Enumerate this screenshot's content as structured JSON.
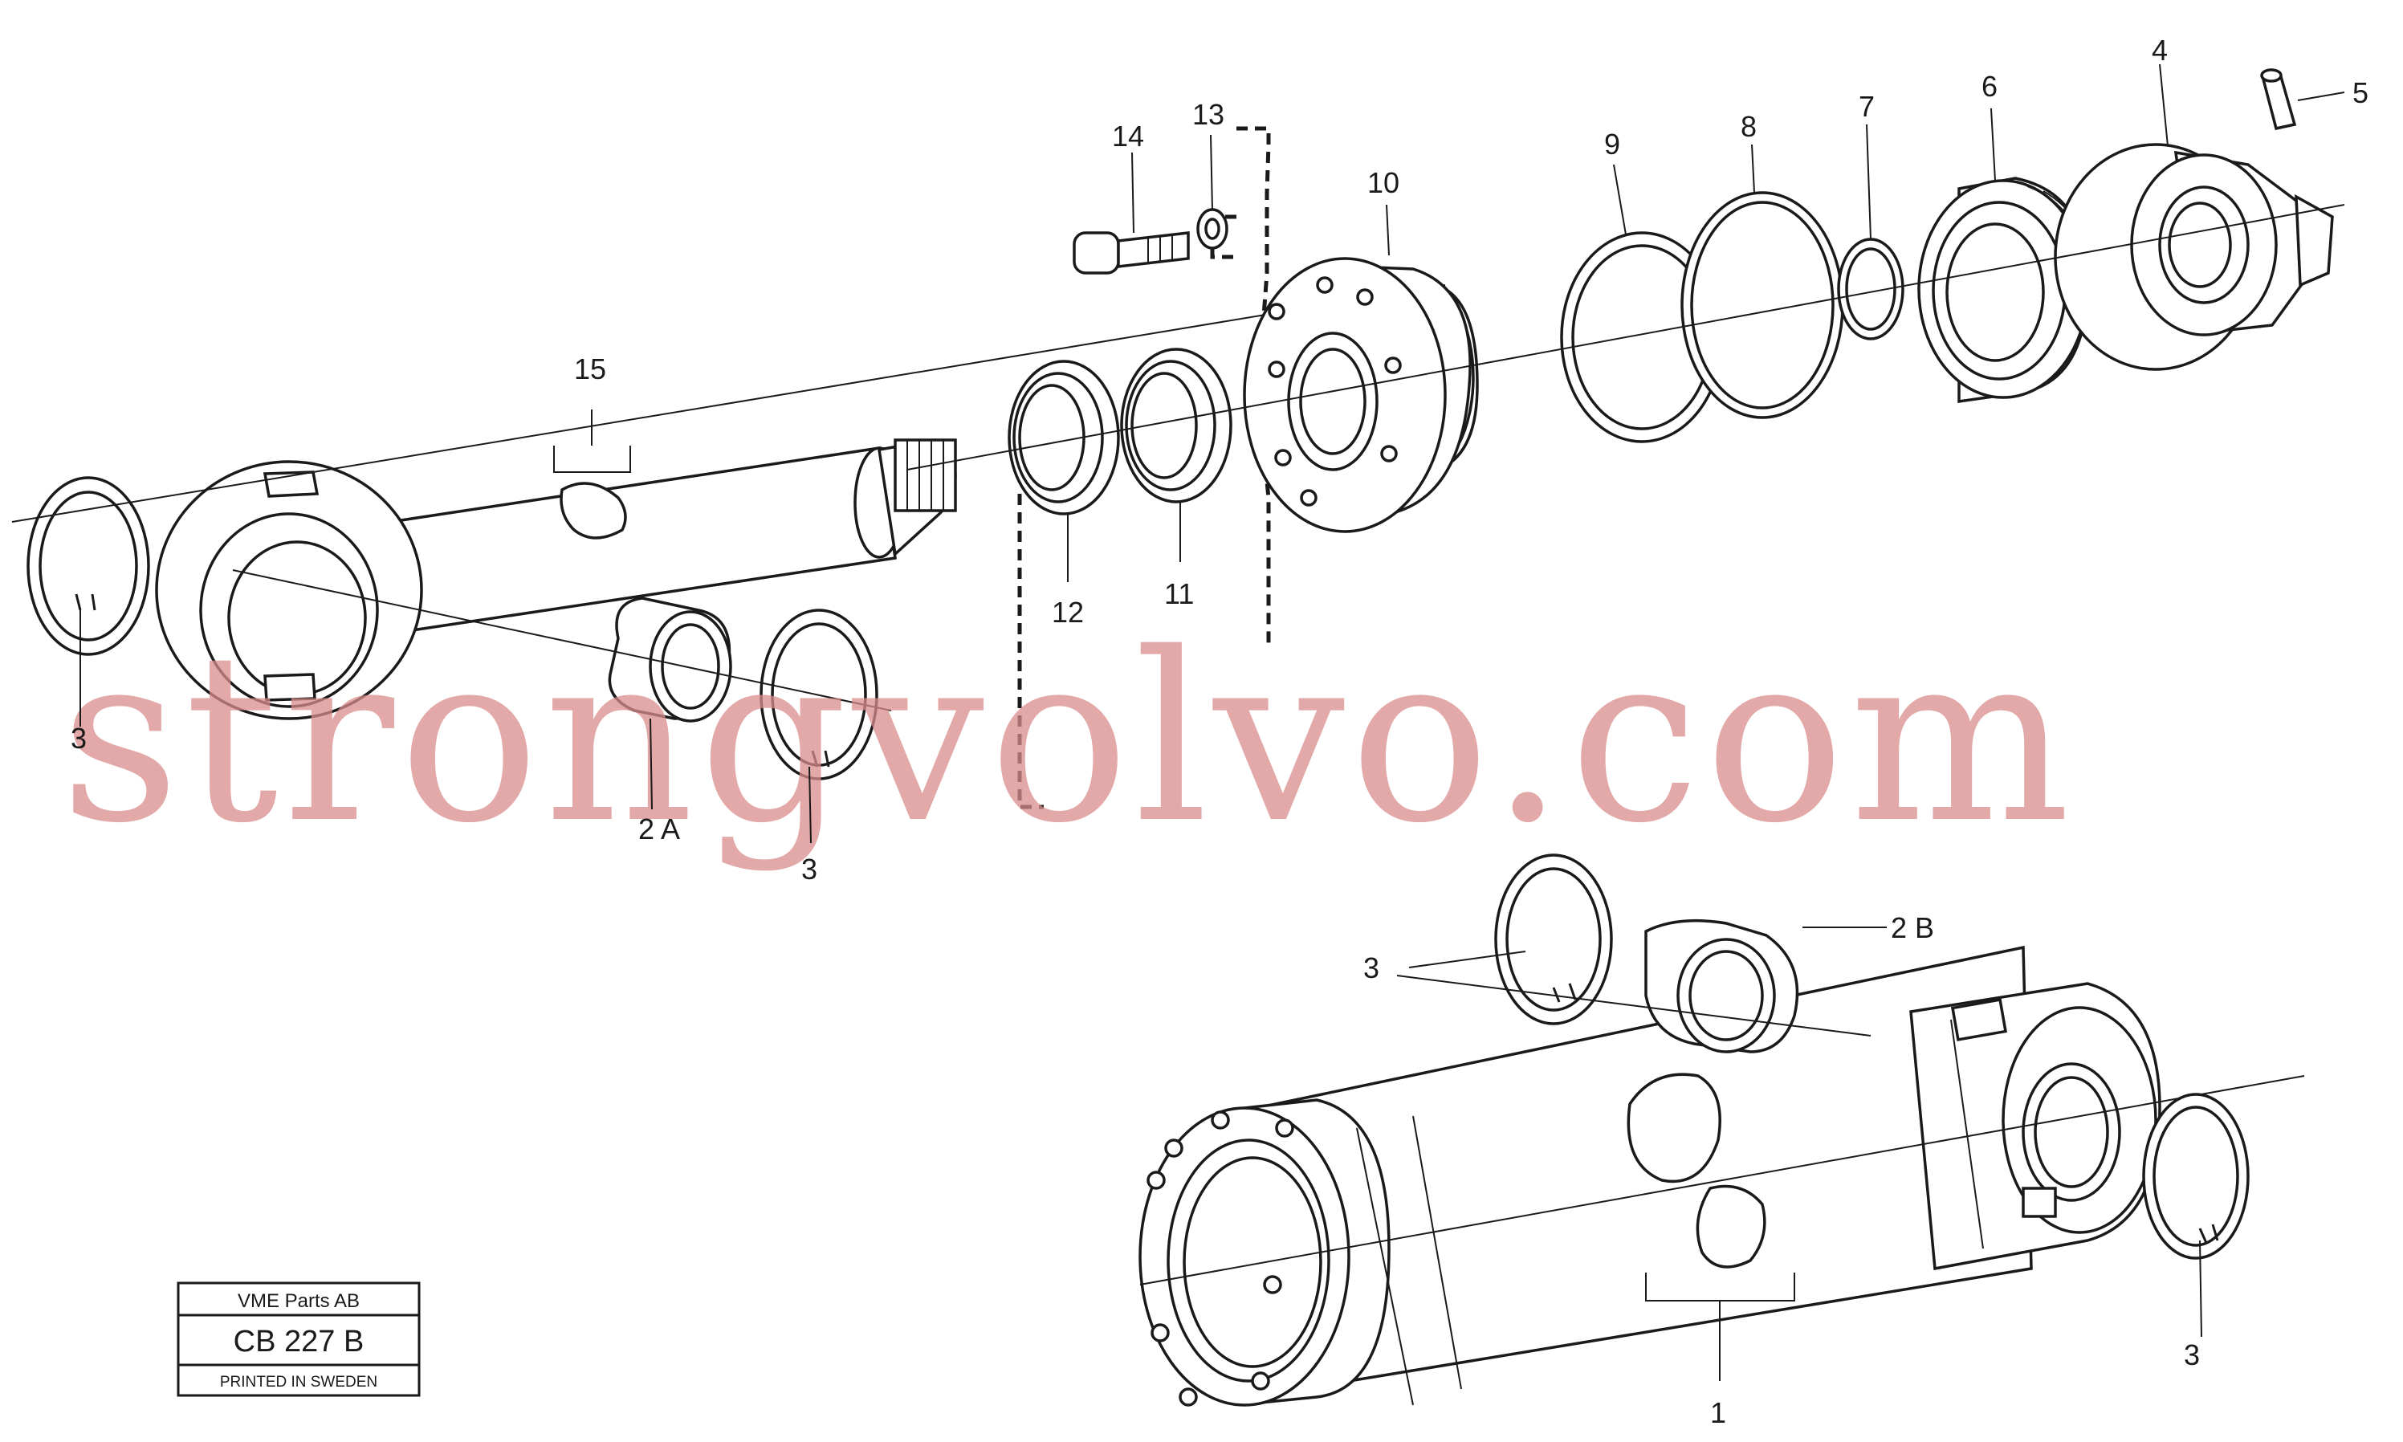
{
  "labels": {
    "p1": "1",
    "p2a": "2 A",
    "p2b": "2 B",
    "p3a": "3",
    "p3b": "3",
    "p3c": "3",
    "p3d": "3",
    "p4": "4",
    "p5": "5",
    "p6": "6",
    "p7": "7",
    "p8": "8",
    "p9": "9",
    "p10": "10",
    "p11": "11",
    "p12": "12",
    "p13": "13",
    "p14": "14",
    "p15": "15"
  },
  "stamp": {
    "company": "VME Parts AB",
    "code": "CB 227 B",
    "note": "PRINTED IN SWEDEN"
  },
  "watermark": {
    "text": "strongvolvo.com"
  },
  "colors": {
    "line": "#1a1a1a",
    "watermark": "#d98b8b",
    "background": "#ffffff"
  }
}
